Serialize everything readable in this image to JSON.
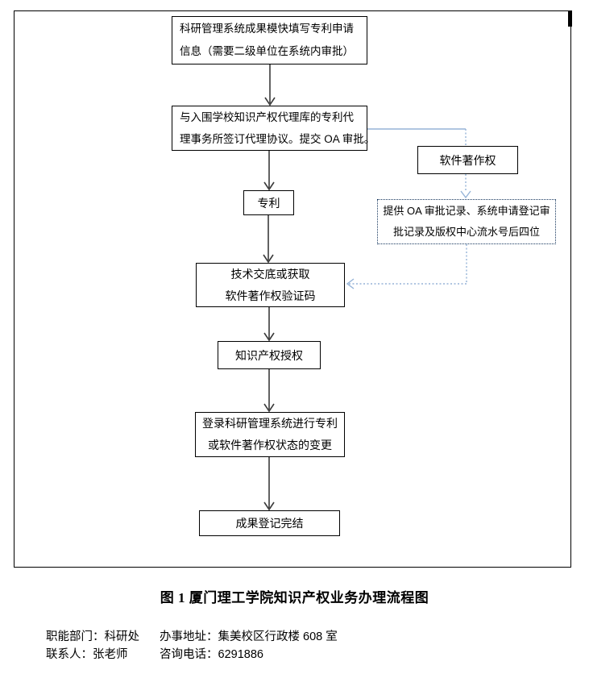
{
  "flowchart": {
    "nodes": {
      "apply": {
        "text": "科研管理系统成果模快填写专利申请\n信息（需要二级单位在系统内审批）"
      },
      "agency": {
        "text": "与入围学校知识产权代理库的专利代\n理事务所签订代理协议。提交 OA 审批。"
      },
      "patent": {
        "text": "专利"
      },
      "software": {
        "text": "软件著作权"
      },
      "provide": {
        "text": "提供 OA 审批记录、系统申请登记审\n批记录及版权中心流水号后四位"
      },
      "tech": {
        "text": "技术交底或获取\n软件著作权验证码"
      },
      "auth": {
        "text": "知识产权授权"
      },
      "login": {
        "text": "登录科研管理系统进行专利\n或软件著作权状态的变更"
      },
      "complete": {
        "text": "成果登记完结"
      }
    },
    "colors": {
      "branch_blue": "#95b3d7",
      "dotted_box_border": "#17375e",
      "arrow_black": "#3a3a3a"
    }
  },
  "caption": "图 1 厦门理工学院知识产权业务办理流程图",
  "contact": {
    "rows": [
      {
        "col1": "职能部门：科研处",
        "col2": "办事地址：集美校区行政楼 608 室"
      },
      {
        "col1": "联系人：张老师",
        "col2": "咨询电话：6291886"
      }
    ]
  }
}
